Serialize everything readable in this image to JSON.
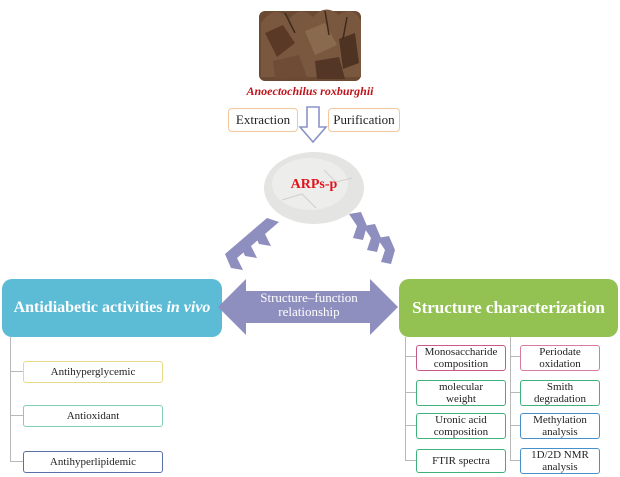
{
  "source": {
    "species": "Anoectochilus roxburghii"
  },
  "process": {
    "extraction": "Extraction",
    "purification": "Purification"
  },
  "product": {
    "label": "ARPs-p"
  },
  "left_panel": {
    "title_main": "Antidiabetic activities ",
    "title_italic": "in vivo",
    "items": [
      "Antihyperglycemic",
      "Antioxidant",
      "Antihyperlipidemic"
    ],
    "colors": {
      "title_bg": "#5cbcd6",
      "item_borders": [
        "#e8d98a",
        "#7fd0b0",
        "#5a6fa8"
      ]
    }
  },
  "relation": {
    "line1": "Structure–function",
    "line2": "relationship",
    "arrow_color": "#8e8ebf"
  },
  "right_panel": {
    "title": "Structure characterization",
    "left_items": [
      {
        "line1": "Monosaccharide",
        "line2": "composition"
      },
      {
        "line1": "molecular",
        "line2": "weight"
      },
      {
        "line1": "Uronic acid",
        "line2": "composition"
      },
      {
        "line1": "FTIR spectra",
        "line2": ""
      }
    ],
    "right_items": [
      {
        "line1": "Periodate",
        "line2": "oxidation"
      },
      {
        "line1": "Smith",
        "line2": "degradation"
      },
      {
        "line1": "Methylation",
        "line2": "analysis"
      },
      {
        "line1": "1D/2D NMR",
        "line2": "analysis"
      }
    ],
    "colors": {
      "title_bg": "#93c253",
      "left_borders": [
        "#c85a86",
        "#3fb07a",
        "#3fb07a",
        "#3fb07a"
      ],
      "right_borders": [
        "#d77ca0",
        "#3fb07a",
        "#4a90c8",
        "#4a90c8"
      ]
    }
  }
}
